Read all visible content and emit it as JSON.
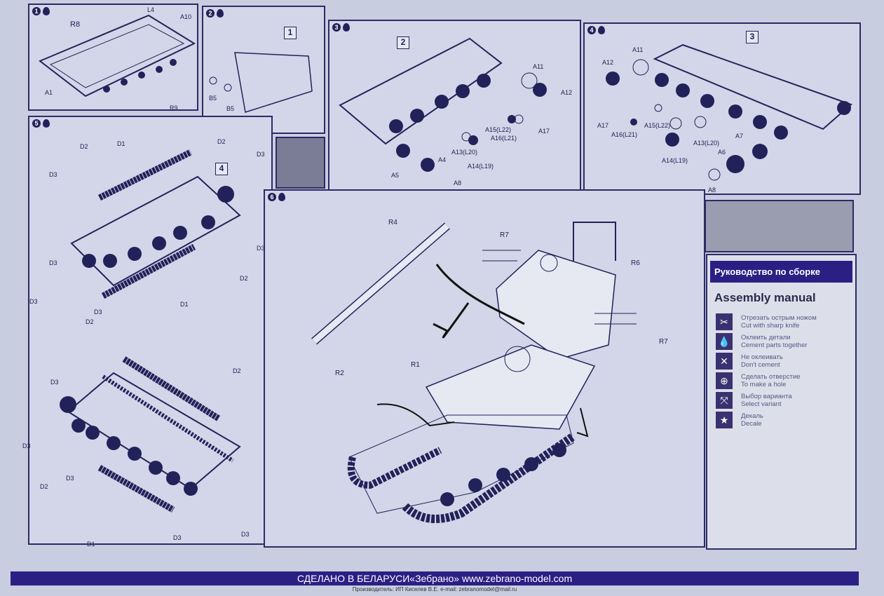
{
  "steps": {
    "s1": {
      "num": "1",
      "labels": [
        "R8",
        "L4",
        "A10",
        "A1",
        "R9"
      ]
    },
    "s2": {
      "num": "2",
      "box": "1",
      "labels": [
        "B5",
        "B5"
      ]
    },
    "s3": {
      "num": "3",
      "box": "2",
      "labels": [
        "A11",
        "A12",
        "A17",
        "A15(L22)",
        "A16(L21)",
        "A13(L20)",
        "A14(L19)",
        "A4",
        "A5",
        "A8"
      ]
    },
    "s4": {
      "num": "4",
      "box": "3",
      "labels": [
        "A12",
        "A11",
        "A17",
        "A16(L21)",
        "A15(L22)",
        "A13(L20)",
        "A14(L19)",
        "A7",
        "A6",
        "A8"
      ]
    },
    "s5": {
      "num": "5",
      "box": "4",
      "labels": [
        "D2",
        "D1",
        "D3",
        "D3",
        "D3",
        "D3",
        "D2",
        "D1",
        "D2",
        "D3",
        "D3",
        "D2",
        "D2",
        "D3",
        "D3",
        "D2",
        "D3",
        "D1",
        "D3",
        "D3"
      ]
    },
    "s6": {
      "num": "6",
      "labels": [
        "R4",
        "R7",
        "R6",
        "R7",
        "R1",
        "R2"
      ]
    }
  },
  "legend": {
    "header": "Руководство по сборке",
    "title": "Assembly manual",
    "items": [
      {
        "icon": "knife-icon",
        "ru": "Отрезать острым ножом",
        "en": "Cut with sharp knife"
      },
      {
        "icon": "glue-drop-icon",
        "ru": "Оклеить детали",
        "en": "Cement parts together"
      },
      {
        "icon": "no-glue-icon",
        "ru": "Не оклеивать",
        "en": "Don't cement"
      },
      {
        "icon": "drill-icon",
        "ru": "Сделать отверстие",
        "en": "To make a hole"
      },
      {
        "icon": "variant-icon",
        "ru": "Выбор варианта",
        "en": "Select variant"
      },
      {
        "icon": "decal-icon",
        "ru": "Декаль",
        "en": "Decale"
      }
    ]
  },
  "footer": {
    "main": "СДЕЛАНО В БЕЛАРУСИ«Зебрано» www.zebrano-model.com",
    "sub": "Производитель: ИП Киселев В.Е. e-mail: zebranomodel@mail.ru"
  },
  "colors": {
    "paper": "#c9cde0",
    "ink": "#22225a",
    "brand": "#2b1f84"
  }
}
